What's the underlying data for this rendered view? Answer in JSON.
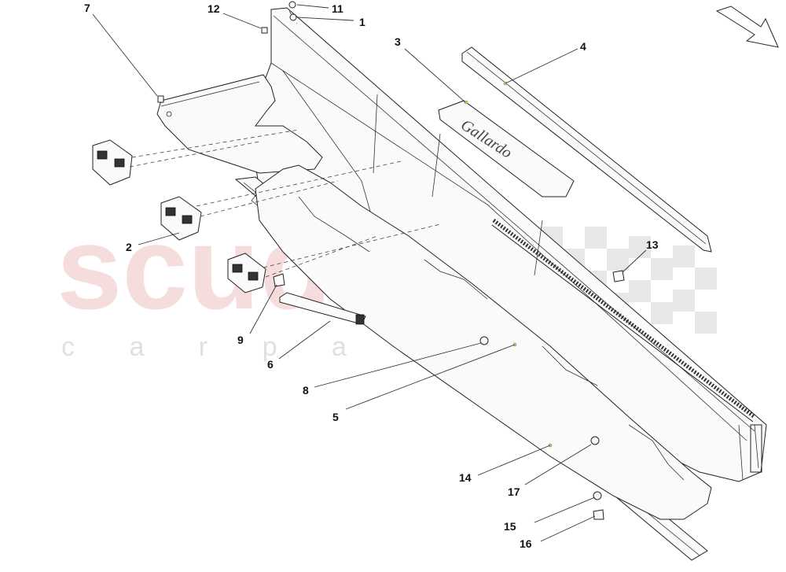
{
  "watermark": {
    "brand": "scuderia",
    "tagline": "c a r p a r t s"
  },
  "badge_text": "Gallardo",
  "callouts": [
    {
      "id": "1",
      "label": "1"
    },
    {
      "id": "2",
      "label": "2"
    },
    {
      "id": "3",
      "label": "3"
    },
    {
      "id": "4",
      "label": "4"
    },
    {
      "id": "5",
      "label": "5"
    },
    {
      "id": "6",
      "label": "6"
    },
    {
      "id": "7",
      "label": "7"
    },
    {
      "id": "8",
      "label": "8"
    },
    {
      "id": "9",
      "label": "9"
    },
    {
      "id": "11",
      "label": "11"
    },
    {
      "id": "12",
      "label": "12"
    },
    {
      "id": "13",
      "label": "13"
    },
    {
      "id": "14",
      "label": "14"
    },
    {
      "id": "15",
      "label": "15"
    },
    {
      "id": "16",
      "label": "16"
    },
    {
      "id": "17",
      "label": "17"
    }
  ],
  "colors": {
    "watermark_red": "#e8a0a0",
    "watermark_grey": "#c8c8c8",
    "ink": "#222222"
  },
  "icons": {
    "direction": "arrow-icon",
    "flag": "checkered-flag-icon"
  }
}
